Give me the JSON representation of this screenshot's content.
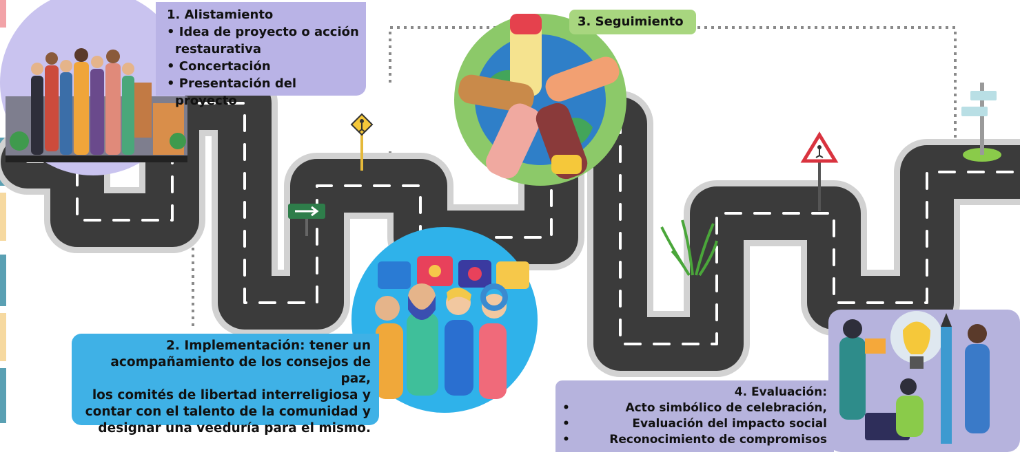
{
  "steps": {
    "s1": {
      "title": "1. Alistamiento",
      "items": [
        "Idea de proyecto o acción restaurativa",
        "Concertación",
        "Presentación del proyecto"
      ]
    },
    "s2": {
      "lines": [
        "2. Implementación: tener un",
        "acompañamiento de los consejos de paz,",
        "los comités de libertad interreligiosa y",
        "contar con el talento de la comunidad y",
        "designar una veeduría para el mismo."
      ]
    },
    "s3": {
      "title": "3.  Seguimiento"
    },
    "s4": {
      "title": "4. Evaluación:",
      "items": [
        "Acto simbólico de celebración,",
        "Evaluación del impacto social",
        "Reconocimiento de compromisos"
      ]
    }
  },
  "colors": {
    "road": "#3b3b3b",
    "road_edge": "#cfcfcf",
    "step1_bg": "#b9b3e6",
    "step2_bg": "#3fb1e6",
    "step3_bg": "#a8d67f",
    "step4_bg": "#b6b3dd",
    "dotted_line": "#8a8a8a"
  }
}
